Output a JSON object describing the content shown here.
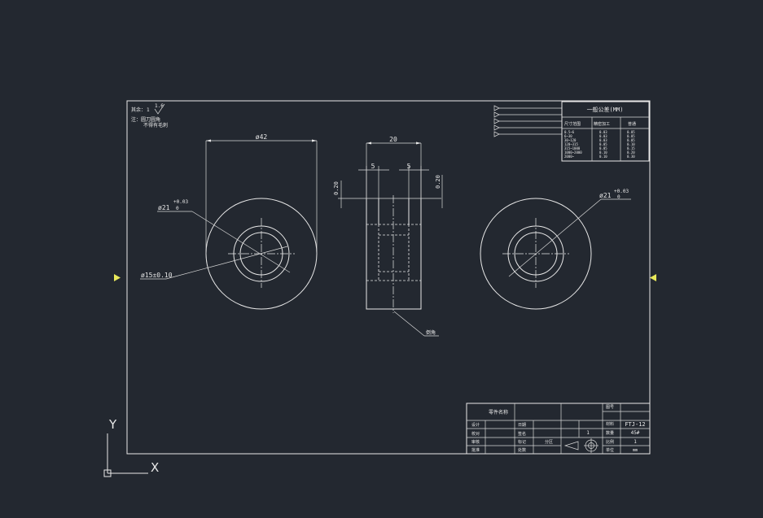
{
  "colors": {
    "background": "#232830",
    "lines": "#e8e8e8",
    "grip_marker": "#e8e85a"
  },
  "notes": {
    "roughness_label": "其余：",
    "roughness_value": "1",
    "roughness_symbol_value": "1.6",
    "note_line1": "注：圆刀圆角",
    "note_line2": "不得有毛刺"
  },
  "tolerance_table": {
    "title": "一般公差(MM)",
    "headers": [
      "尺寸范围",
      "精密加工",
      "普通"
    ],
    "rows": [
      [
        "0.5~6",
        "0.03",
        "0.05"
      ],
      [
        "6~30",
        "0.03",
        "0.05"
      ],
      [
        "30~120",
        "0.03",
        "0.05"
      ],
      [
        "120~315",
        "0.05",
        "0.10"
      ],
      [
        "315~1000",
        "0.05",
        "0.15"
      ],
      [
        "1000~2000",
        "0.10",
        "0.20"
      ],
      [
        "2000~",
        "0.10",
        "0.30"
      ]
    ]
  },
  "dimensions": {
    "outer_diameter": "ø42",
    "bore_diameter": "ø21",
    "bore_tol_upper": "+0.03",
    "bore_tol_lower": "0",
    "pin_diameter": "ø15±0.10",
    "width": "20",
    "step_left": "5",
    "step_right": "5",
    "chamfer_left": "0.20",
    "chamfer_right": "0.20",
    "right_bore_diameter": "ø21",
    "right_tol_upper": "+0.03",
    "right_tol_lower": "0",
    "section_leader": "倒角"
  },
  "title_block": {
    "company": "零件名称",
    "part_no": "FTJ-12",
    "material": "45#",
    "scale": "1",
    "quantity": "1",
    "unit": "mm",
    "labels": [
      "设计",
      "校对",
      "审核",
      "批准",
      "日期",
      "图号",
      "材料",
      "数量",
      "比例",
      "单位",
      "签名",
      "标记",
      "处数",
      "分区"
    ]
  },
  "ucs": {
    "x_label": "X",
    "y_label": "Y"
  }
}
